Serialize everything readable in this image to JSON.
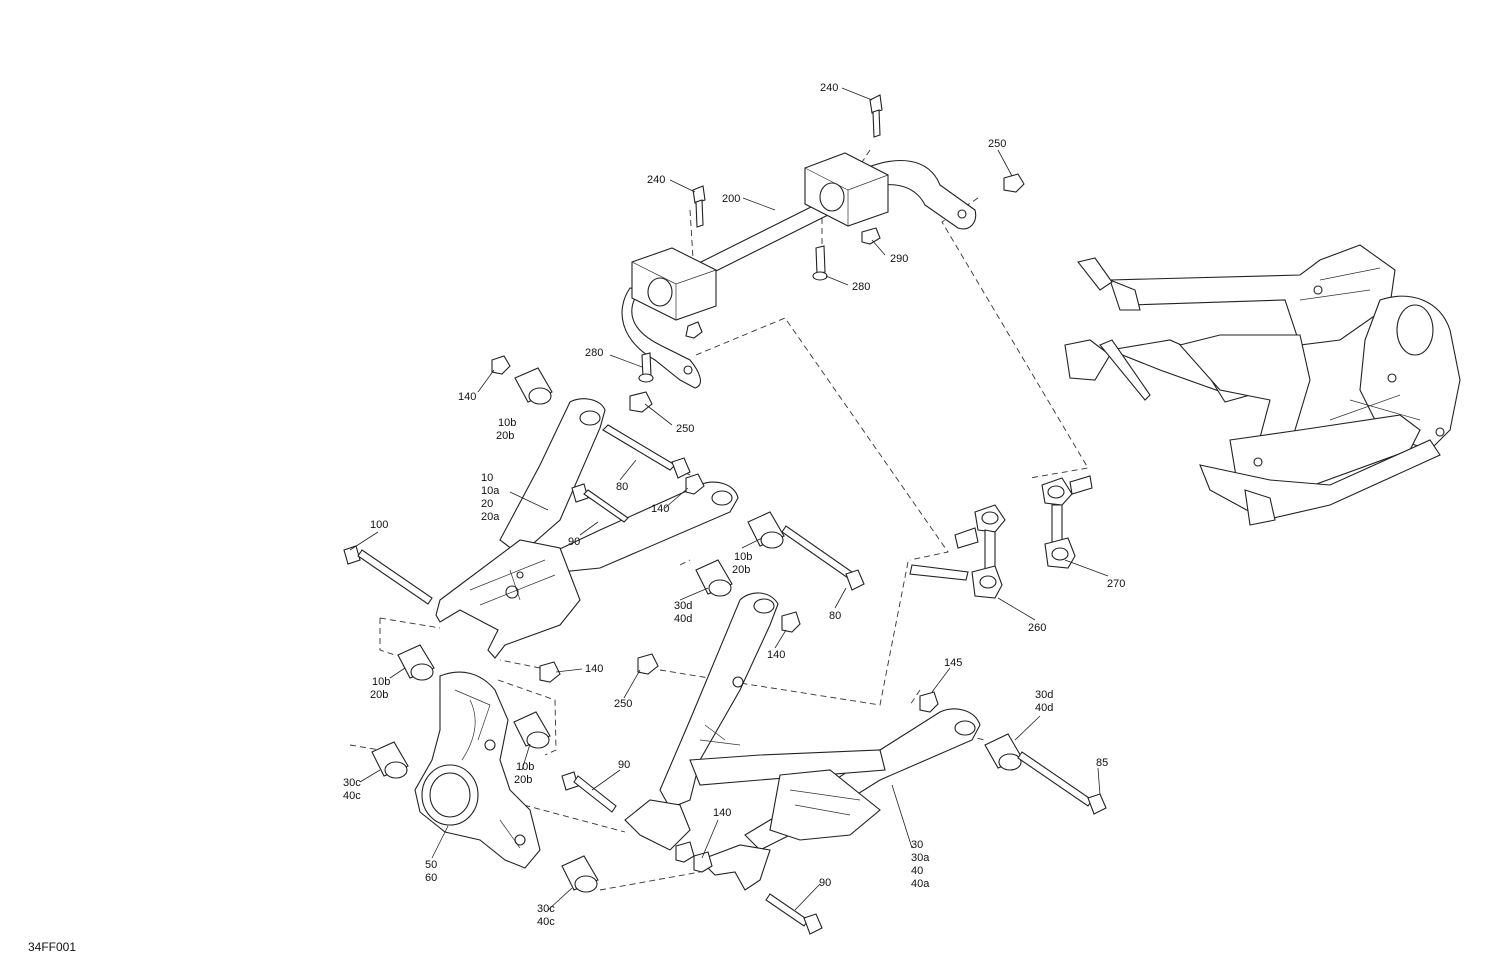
{
  "drawing_code": "34FF001",
  "callouts": {
    "c240a": "240",
    "c250a": "250",
    "c240b": "240",
    "c200": "200",
    "c290": "290",
    "c280a": "280",
    "c280b": "280",
    "c250b": "250",
    "c140a": "140",
    "c10b_1": "10b",
    "c20b_1": "20b",
    "c10": "10",
    "c10a": "10a",
    "c20": "20",
    "c20a": "20a",
    "c80a": "80",
    "c140b": "140",
    "c90a": "90",
    "c100": "100",
    "c10b_2": "10b",
    "c20b_2": "20b",
    "c80b": "80",
    "c30d_1": "30d",
    "c40d_1": "40d",
    "c140c": "140",
    "c140d": "140",
    "c250c": "250",
    "c10b_3": "10b",
    "c20b_3": "20b",
    "c10b_4": "10b",
    "c20b_4": "20b",
    "c30c_1": "30c",
    "c40c_1": "40c",
    "c50": "50",
    "c60": "60",
    "c90b": "90",
    "c140e": "140",
    "c30c_2": "30c",
    "c40c_2": "40c",
    "c90c": "90",
    "c30": "30",
    "c30a": "30a",
    "c40": "40",
    "c40a": "40a",
    "c145": "145",
    "c30d_2": "30d",
    "c40d_2": "40d",
    "c85": "85",
    "c260": "260",
    "c270": "270"
  }
}
